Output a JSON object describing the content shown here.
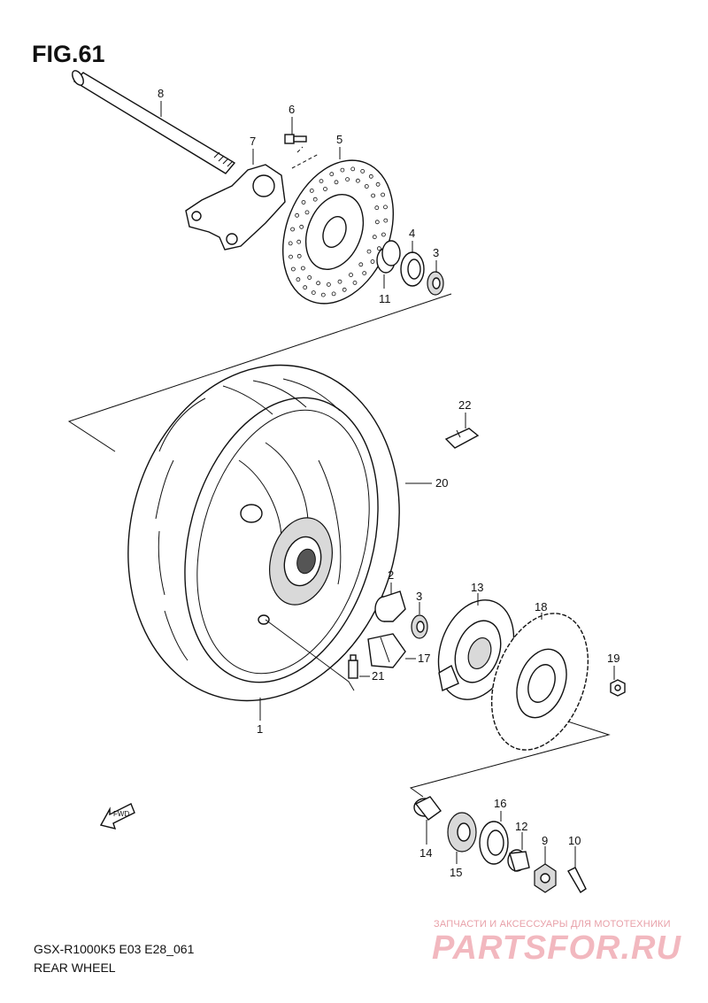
{
  "figure": {
    "title": "FIG.61"
  },
  "footer": {
    "model_code": "GSX-R1000K5 E03 E28_061",
    "section_name": "REAR WHEEL"
  },
  "fwd_label": "FWD",
  "callouts": [
    {
      "id": "c1",
      "text": "1"
    },
    {
      "id": "c2",
      "text": "2"
    },
    {
      "id": "c3a",
      "text": "3"
    },
    {
      "id": "c3b",
      "text": "3"
    },
    {
      "id": "c4",
      "text": "4"
    },
    {
      "id": "c5",
      "text": "5"
    },
    {
      "id": "c6",
      "text": "6"
    },
    {
      "id": "c7",
      "text": "7"
    },
    {
      "id": "c8",
      "text": "8"
    },
    {
      "id": "c9",
      "text": "9"
    },
    {
      "id": "c10",
      "text": "10"
    },
    {
      "id": "c11",
      "text": "11"
    },
    {
      "id": "c12",
      "text": "12"
    },
    {
      "id": "c13",
      "text": "13"
    },
    {
      "id": "c14",
      "text": "14"
    },
    {
      "id": "c15",
      "text": "15"
    },
    {
      "id": "c16",
      "text": "16"
    },
    {
      "id": "c17",
      "text": "17"
    },
    {
      "id": "c18",
      "text": "18"
    },
    {
      "id": "c19",
      "text": "19"
    },
    {
      "id": "c20",
      "text": "20"
    },
    {
      "id": "c21",
      "text": "21"
    },
    {
      "id": "c22",
      "text": "22"
    }
  ],
  "watermark": {
    "tagline": "ЗАПЧАСТИ И АКСЕССУАРЫ ДЛЯ МОТОТЕХНИКИ",
    "brand": "PARTSFOR.RU",
    "color": "#f2b8bf"
  }
}
